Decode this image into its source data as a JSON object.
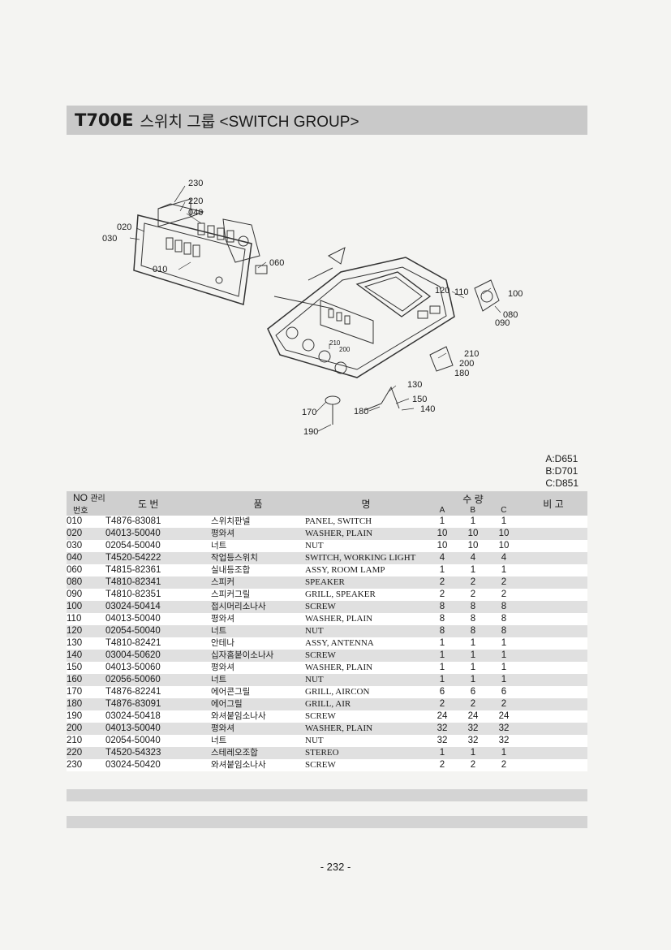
{
  "header": {
    "model_code": "T700E",
    "title": "스위치 그룹 <SWITCH GROUP>"
  },
  "diagram": {
    "callouts": {
      "c230": "230",
      "c220": "220",
      "c040": "040",
      "c020": "020",
      "c030": "030",
      "c010": "010",
      "c060": "060",
      "c120": "120",
      "c110": "110",
      "c100": "100",
      "c080": "080",
      "c090": "090",
      "c210a": "210",
      "c200a": "200",
      "c210b": "210",
      "c200b": "200",
      "c180a": "180",
      "c130": "130",
      "c150": "150",
      "c140": "140",
      "c170": "170",
      "c180b": "180",
      "c190": "190"
    }
  },
  "models": [
    "A:D651",
    "B:D701",
    "C:D851"
  ],
  "table": {
    "headers": {
      "no": "NO",
      "mgmt": "관리번호",
      "drawing": "도 번",
      "name_k": "품",
      "name_e": "명",
      "qty": "수 량",
      "qa": "A",
      "qb": "B",
      "qc": "C",
      "note": "비 고"
    },
    "rows": [
      {
        "no": "010",
        "part": "T4876-83081",
        "kname": "스위치판넬",
        "ename": "PANEL, SWITCH",
        "a": "1",
        "b": "1",
        "c": "1"
      },
      {
        "no": "020",
        "part": "04013-50040",
        "kname": "평와셔",
        "ename": "WASHER, PLAIN",
        "a": "10",
        "b": "10",
        "c": "10"
      },
      {
        "no": "030",
        "part": "02054-50040",
        "kname": "너트",
        "ename": "NUT",
        "a": "10",
        "b": "10",
        "c": "10"
      },
      {
        "no": "040",
        "part": "T4520-54222",
        "kname": "작업등스위치",
        "ename": "SWITCH, WORKING LIGHT",
        "a": "4",
        "b": "4",
        "c": "4"
      },
      {
        "no": "060",
        "part": "T4815-82361",
        "kname": "실내등조합",
        "ename": "ASSY, ROOM LAMP",
        "a": "1",
        "b": "1",
        "c": "1"
      },
      {
        "no": "080",
        "part": "T4810-82341",
        "kname": "스피커",
        "ename": "SPEAKER",
        "a": "2",
        "b": "2",
        "c": "2"
      },
      {
        "no": "090",
        "part": "T4810-82351",
        "kname": "스피커그릴",
        "ename": "GRILL, SPEAKER",
        "a": "2",
        "b": "2",
        "c": "2"
      },
      {
        "no": "100",
        "part": "03024-50414",
        "kname": "접시머리소나사",
        "ename": "SCREW",
        "a": "8",
        "b": "8",
        "c": "8"
      },
      {
        "no": "110",
        "part": "04013-50040",
        "kname": "평와셔",
        "ename": "WASHER, PLAIN",
        "a": "8",
        "b": "8",
        "c": "8"
      },
      {
        "no": "120",
        "part": "02054-50040",
        "kname": "너트",
        "ename": "NUT",
        "a": "8",
        "b": "8",
        "c": "8"
      },
      {
        "no": "130",
        "part": "T4810-82421",
        "kname": "안테나",
        "ename": "ASSY, ANTENNA",
        "a": "1",
        "b": "1",
        "c": "1"
      },
      {
        "no": "140",
        "part": "03004-50620",
        "kname": "십자홈붙이소나사",
        "ename": "SCREW",
        "a": "1",
        "b": "1",
        "c": "1"
      },
      {
        "no": "150",
        "part": "04013-50060",
        "kname": "평와셔",
        "ename": "WASHER, PLAIN",
        "a": "1",
        "b": "1",
        "c": "1"
      },
      {
        "no": "160",
        "part": "02056-50060",
        "kname": "너트",
        "ename": "NUT",
        "a": "1",
        "b": "1",
        "c": "1"
      },
      {
        "no": "170",
        "part": "T4876-82241",
        "kname": "에어콘그릴",
        "ename": "GRILL, AIRCON",
        "a": "6",
        "b": "6",
        "c": "6"
      },
      {
        "no": "180",
        "part": "T4876-83091",
        "kname": "에어그릴",
        "ename": "GRILL, AIR",
        "a": "2",
        "b": "2",
        "c": "2"
      },
      {
        "no": "190",
        "part": "03024-50418",
        "kname": "와셔붙임소나사",
        "ename": "SCREW",
        "a": "24",
        "b": "24",
        "c": "24"
      },
      {
        "no": "200",
        "part": "04013-50040",
        "kname": "평와셔",
        "ename": "WASHER, PLAIN",
        "a": "32",
        "b": "32",
        "c": "32"
      },
      {
        "no": "210",
        "part": "02054-50040",
        "kname": "너트",
        "ename": "NUT",
        "a": "32",
        "b": "32",
        "c": "32"
      },
      {
        "no": "220",
        "part": "T4520-54323",
        "kname": "스테레오조합",
        "ename": "STEREO",
        "a": "1",
        "b": "1",
        "c": "1"
      },
      {
        "no": "230",
        "part": "03024-50420",
        "kname": "와셔붙임소나사",
        "ename": "SCREW",
        "a": "2",
        "b": "2",
        "c": "2"
      }
    ]
  },
  "footer": {
    "page": "- 232 -"
  }
}
